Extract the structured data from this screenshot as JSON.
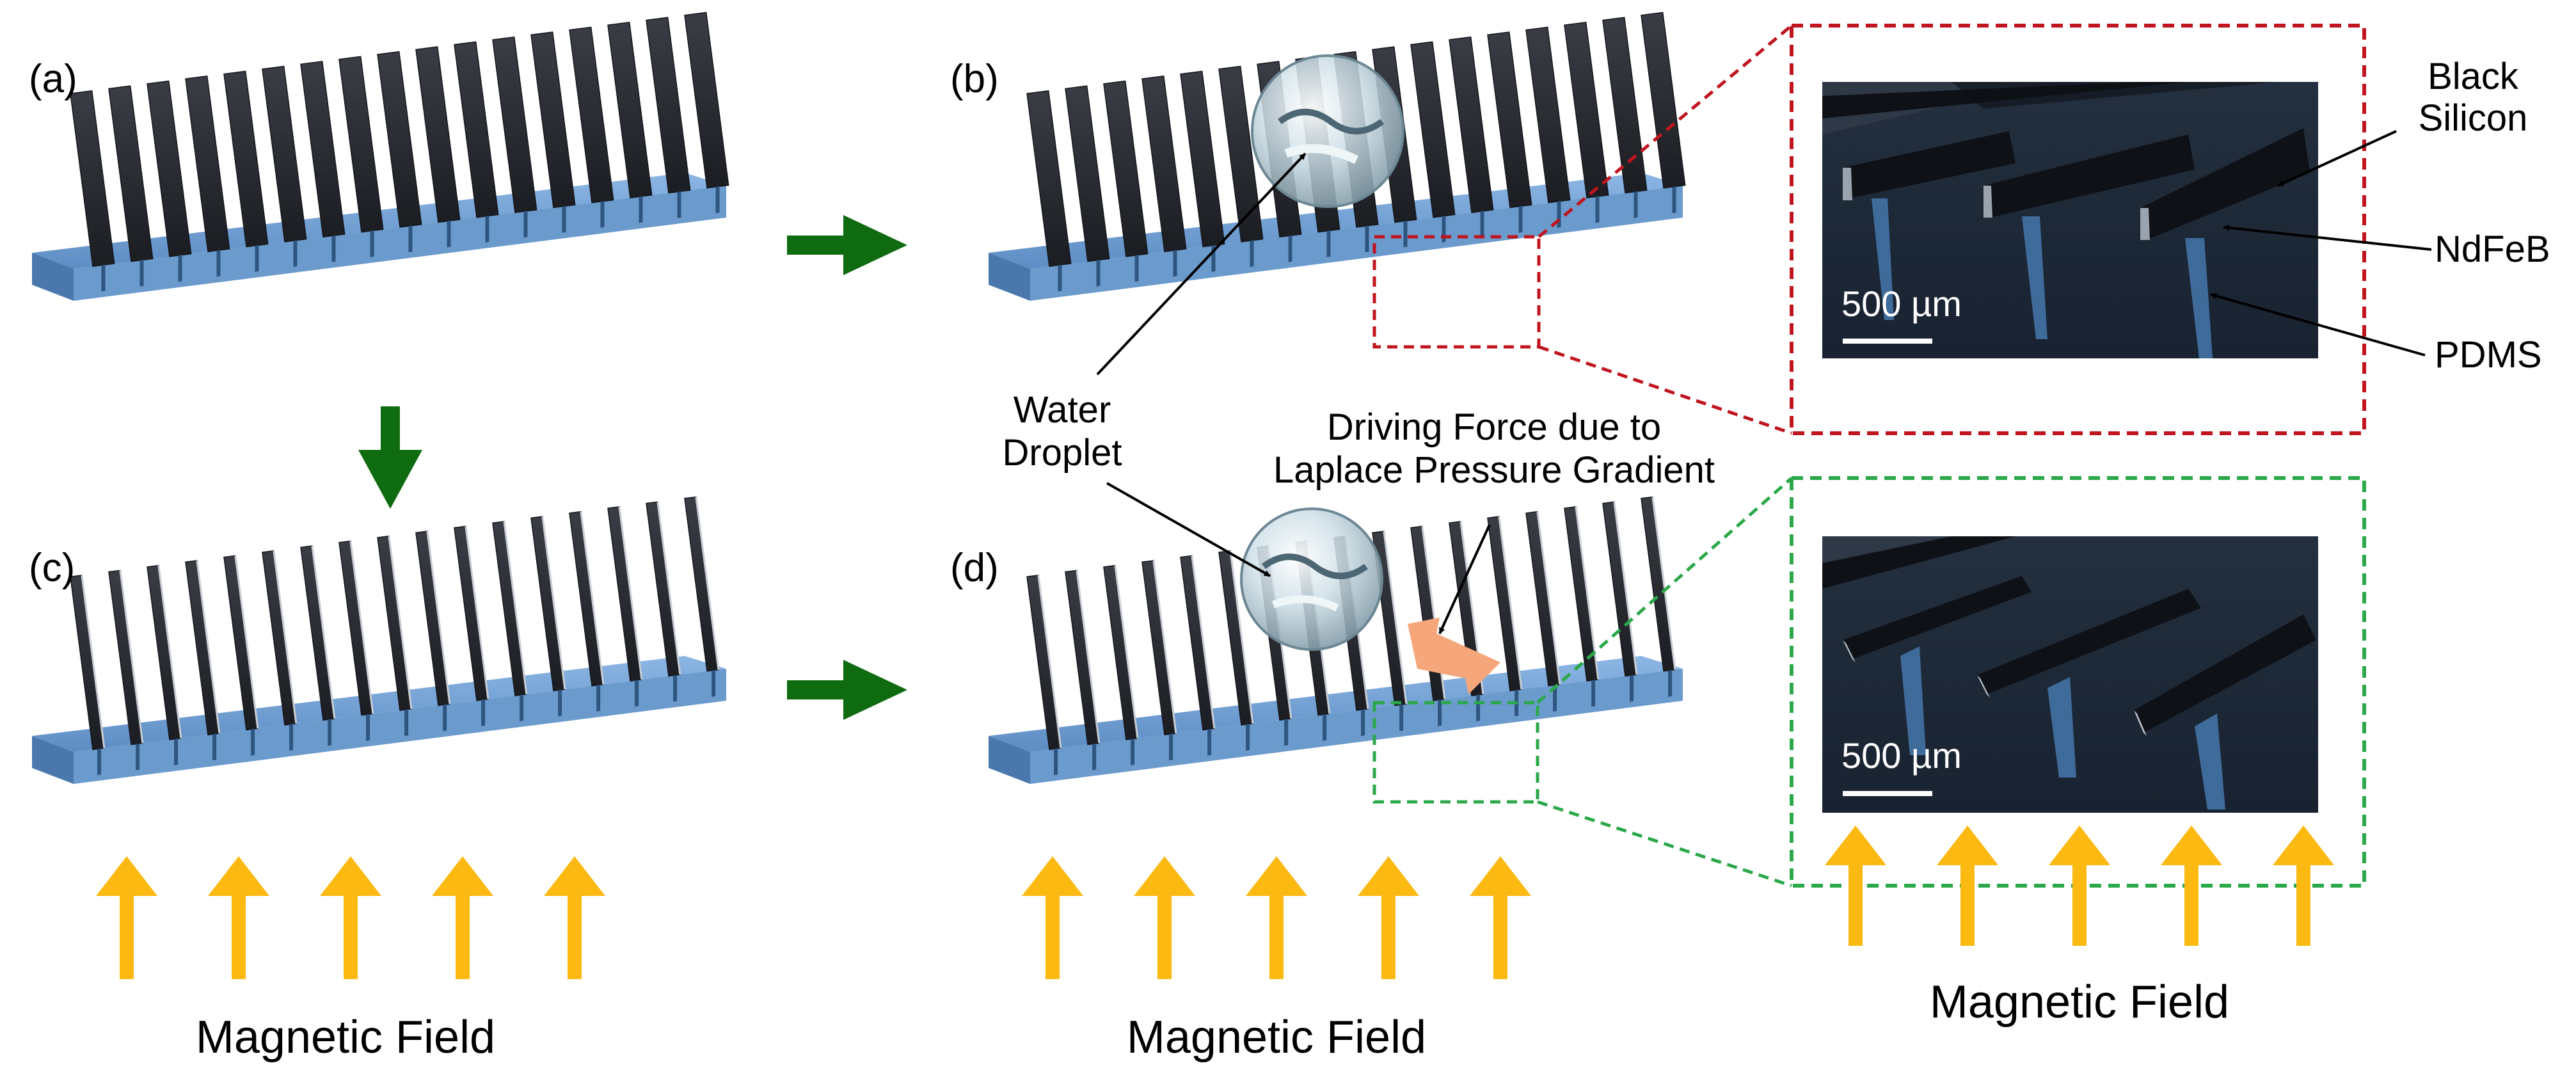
{
  "panel_labels": {
    "a": "(a)",
    "b": "(b)",
    "c": "(c)",
    "d": "(d)"
  },
  "labels": {
    "water_droplet": [
      "Water",
      "Droplet"
    ],
    "driving_force": [
      "Driving Force due to",
      "Laplace Pressure Gradient"
    ],
    "black_silicon": [
      "Black",
      "Silicon"
    ],
    "ndfeb": "NdFeB",
    "pdms": "PDMS",
    "scale_bar": "500 µm",
    "magnetic_field": "Magnetic Field"
  },
  "colors": {
    "process_arrow": "#0f6b10",
    "field_arrow": "#fcb912",
    "force_arrow": "#f5a67a",
    "zoom_box_b": "#c0141e",
    "zoom_box_d": "#2ba84a",
    "lamella": "#2a2d33",
    "substrate": "#6f9fd1",
    "micrograph_bg": "#1f2a3b"
  }
}
